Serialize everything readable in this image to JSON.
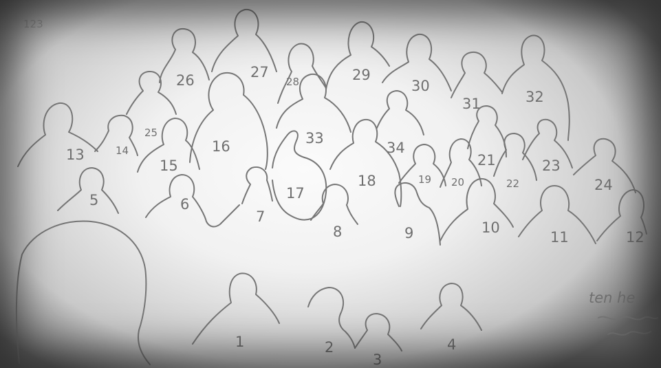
{
  "labels": {
    "n1": "1",
    "n2": "2",
    "n3": "3",
    "n4": "4",
    "n5": "5",
    "n6": "6",
    "n7": "7",
    "n8": "8",
    "n9": "9",
    "n10": "10",
    "n11": "11",
    "n12": "12",
    "n13": "13",
    "n14": "14",
    "n15": "15",
    "n16": "16",
    "n17": "17",
    "n18": "18",
    "n19": "19",
    "n20": "20",
    "n21": "21",
    "n22": "22",
    "n23": "23",
    "n24": "24",
    "n25": "25",
    "n26": "26",
    "n27": "27",
    "n28": "28",
    "n29": "29",
    "n30": "30",
    "n31": "31",
    "n32": "32",
    "n33": "33",
    "n34": "34"
  },
  "corner_note": "ten he",
  "top_left_mark": "123"
}
